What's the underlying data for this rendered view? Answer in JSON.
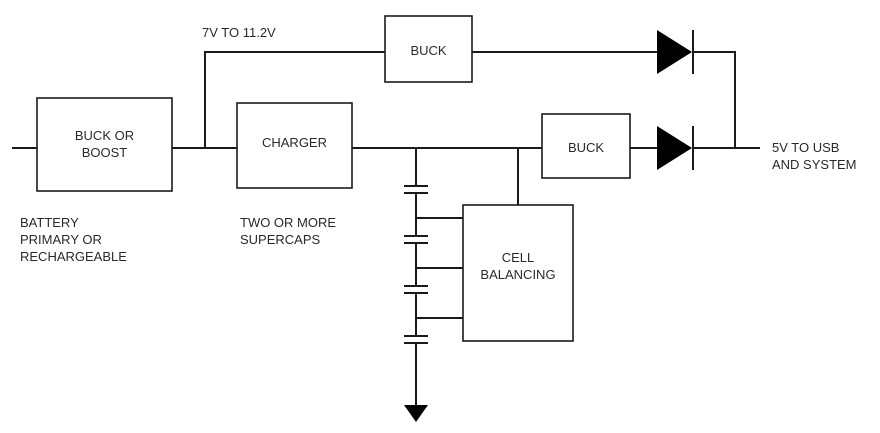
{
  "diagram": {
    "blocks": {
      "buck_boost": "BUCK OR\nBOOST",
      "charger": "CHARGER",
      "buck_top": "BUCK",
      "buck_mid": "BUCK",
      "cell_balancing": "CELL\nBALANCING"
    },
    "labels": {
      "voltage_range": "7V TO 11.2V",
      "output": "5V TO USB\nAND SYSTEM",
      "battery": "BATTERY\nPRIMARY OR\nRECHARGEABLE",
      "supercaps": "TWO OR MORE\nSUPERCAPS"
    },
    "colors": {
      "line": "#1a1a1a",
      "text": "#2a2a2a"
    }
  }
}
